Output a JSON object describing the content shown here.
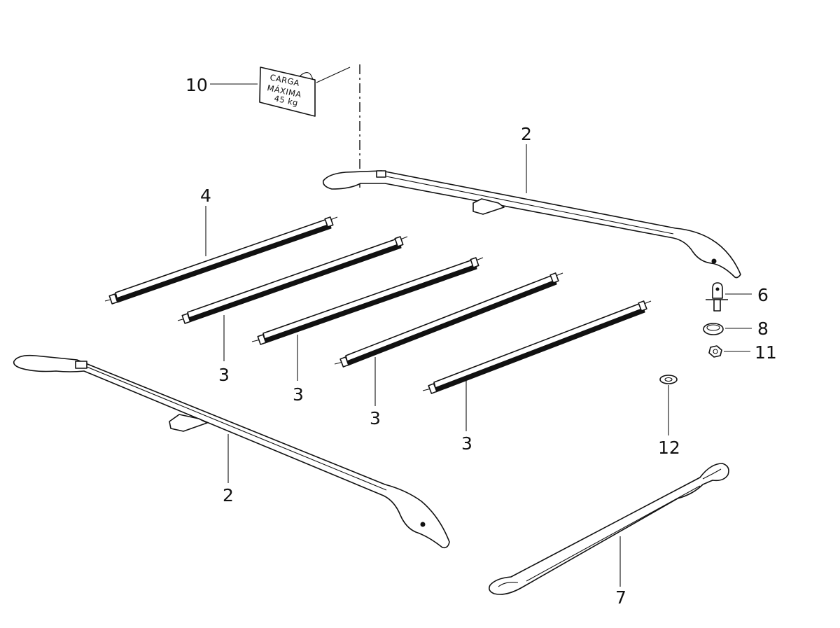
{
  "sticker": {
    "line1": "CARGA",
    "line2": "MÁXIMA",
    "line3": "45 kg"
  },
  "callouts": {
    "part_10": "10",
    "part_2_upper": "2",
    "part_2_lower": "2",
    "part_4": "4",
    "part_3_a": "3",
    "part_3_b": "3",
    "part_3_c": "3",
    "part_3_d": "3",
    "part_6": "6",
    "part_8": "8",
    "part_11": "11",
    "part_12": "12",
    "part_7": "7"
  }
}
